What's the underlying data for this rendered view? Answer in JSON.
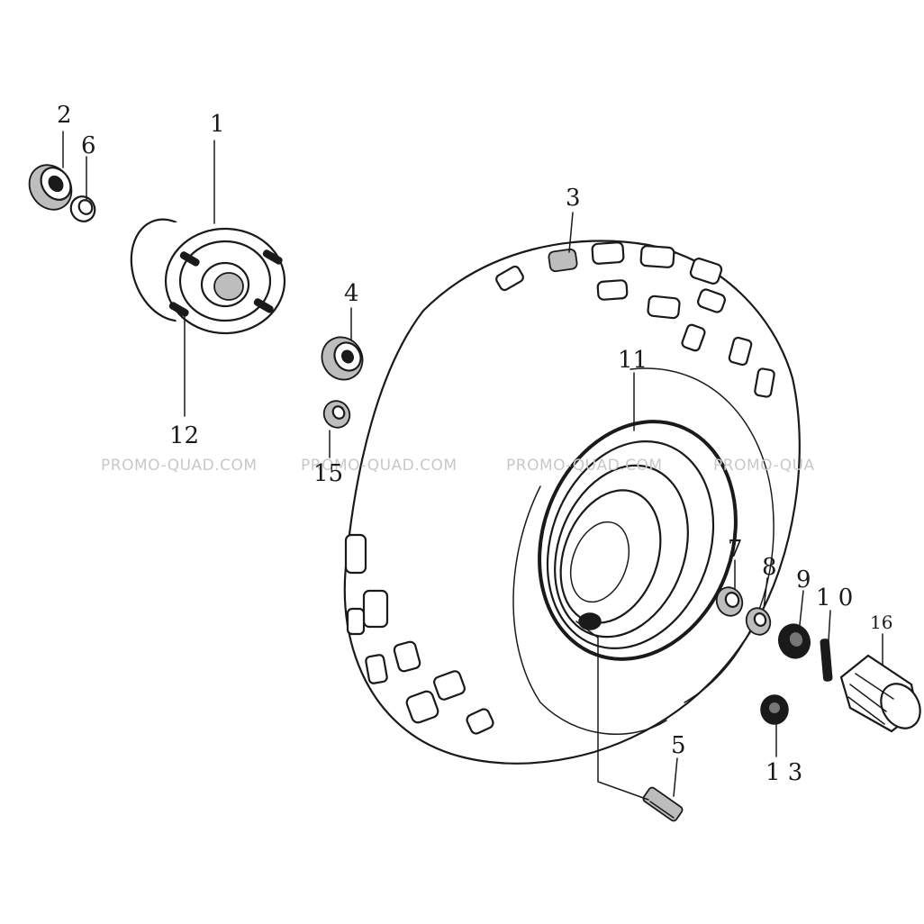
{
  "callouts": [
    {
      "id": "1",
      "label": "1"
    },
    {
      "id": "2",
      "label": "2"
    },
    {
      "id": "3",
      "label": "3"
    },
    {
      "id": "4",
      "label": "4"
    },
    {
      "id": "5",
      "label": "5"
    },
    {
      "id": "6",
      "label": "6"
    },
    {
      "id": "7",
      "label": "7"
    },
    {
      "id": "8",
      "label": "8"
    },
    {
      "id": "9",
      "label": "9"
    },
    {
      "id": "10",
      "label": "1 0"
    },
    {
      "id": "11",
      "label": "11"
    },
    {
      "id": "12",
      "label": "12"
    },
    {
      "id": "13",
      "label": "1 3"
    },
    {
      "id": "15",
      "label": "15"
    },
    {
      "id": "16",
      "label": "16"
    }
  ],
  "watermark": "PROMO-QUAD.COM",
  "watermark_truncated": "PROMO-QUA",
  "colors": {
    "ink": "#1a1a1a",
    "watermark": "#c8c8c8",
    "background": "#ffffff"
  }
}
